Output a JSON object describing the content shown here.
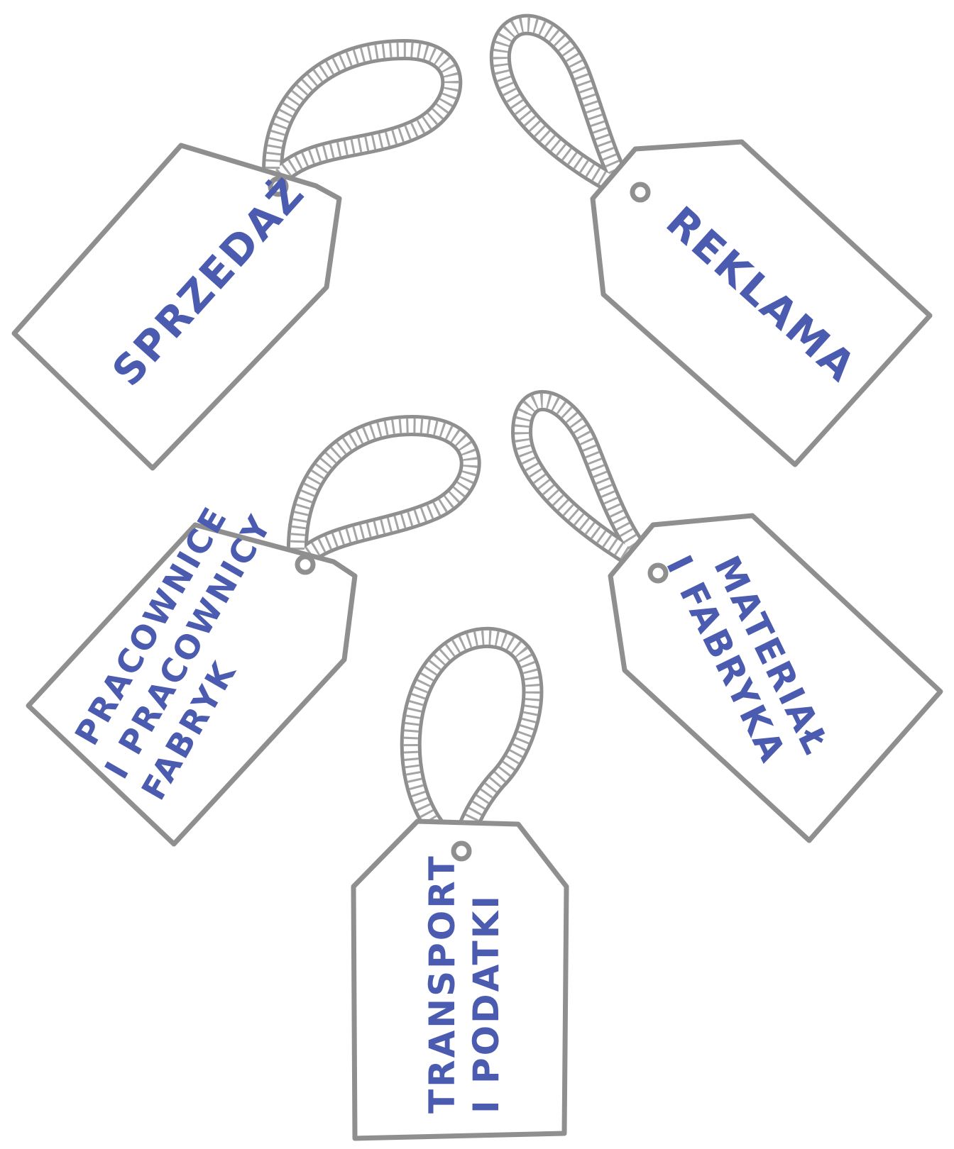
{
  "tags": {
    "sales": {
      "lines": [
        "SPRZEDAŻ"
      ]
    },
    "advertising": {
      "lines": [
        "REKLAMA"
      ]
    },
    "workers": {
      "lines": [
        "PRACOWNICE",
        "I PRACOWNICY",
        "FABRYK"
      ]
    },
    "material": {
      "lines": [
        "MATERIAŁ",
        "I FABRYKA"
      ]
    },
    "transport": {
      "lines": [
        "TRANSPORT",
        "I PODATKI"
      ]
    }
  },
  "colors": {
    "outline": "#8f8f8f",
    "text": "#4a5bb0",
    "paper": "#ffffff"
  }
}
